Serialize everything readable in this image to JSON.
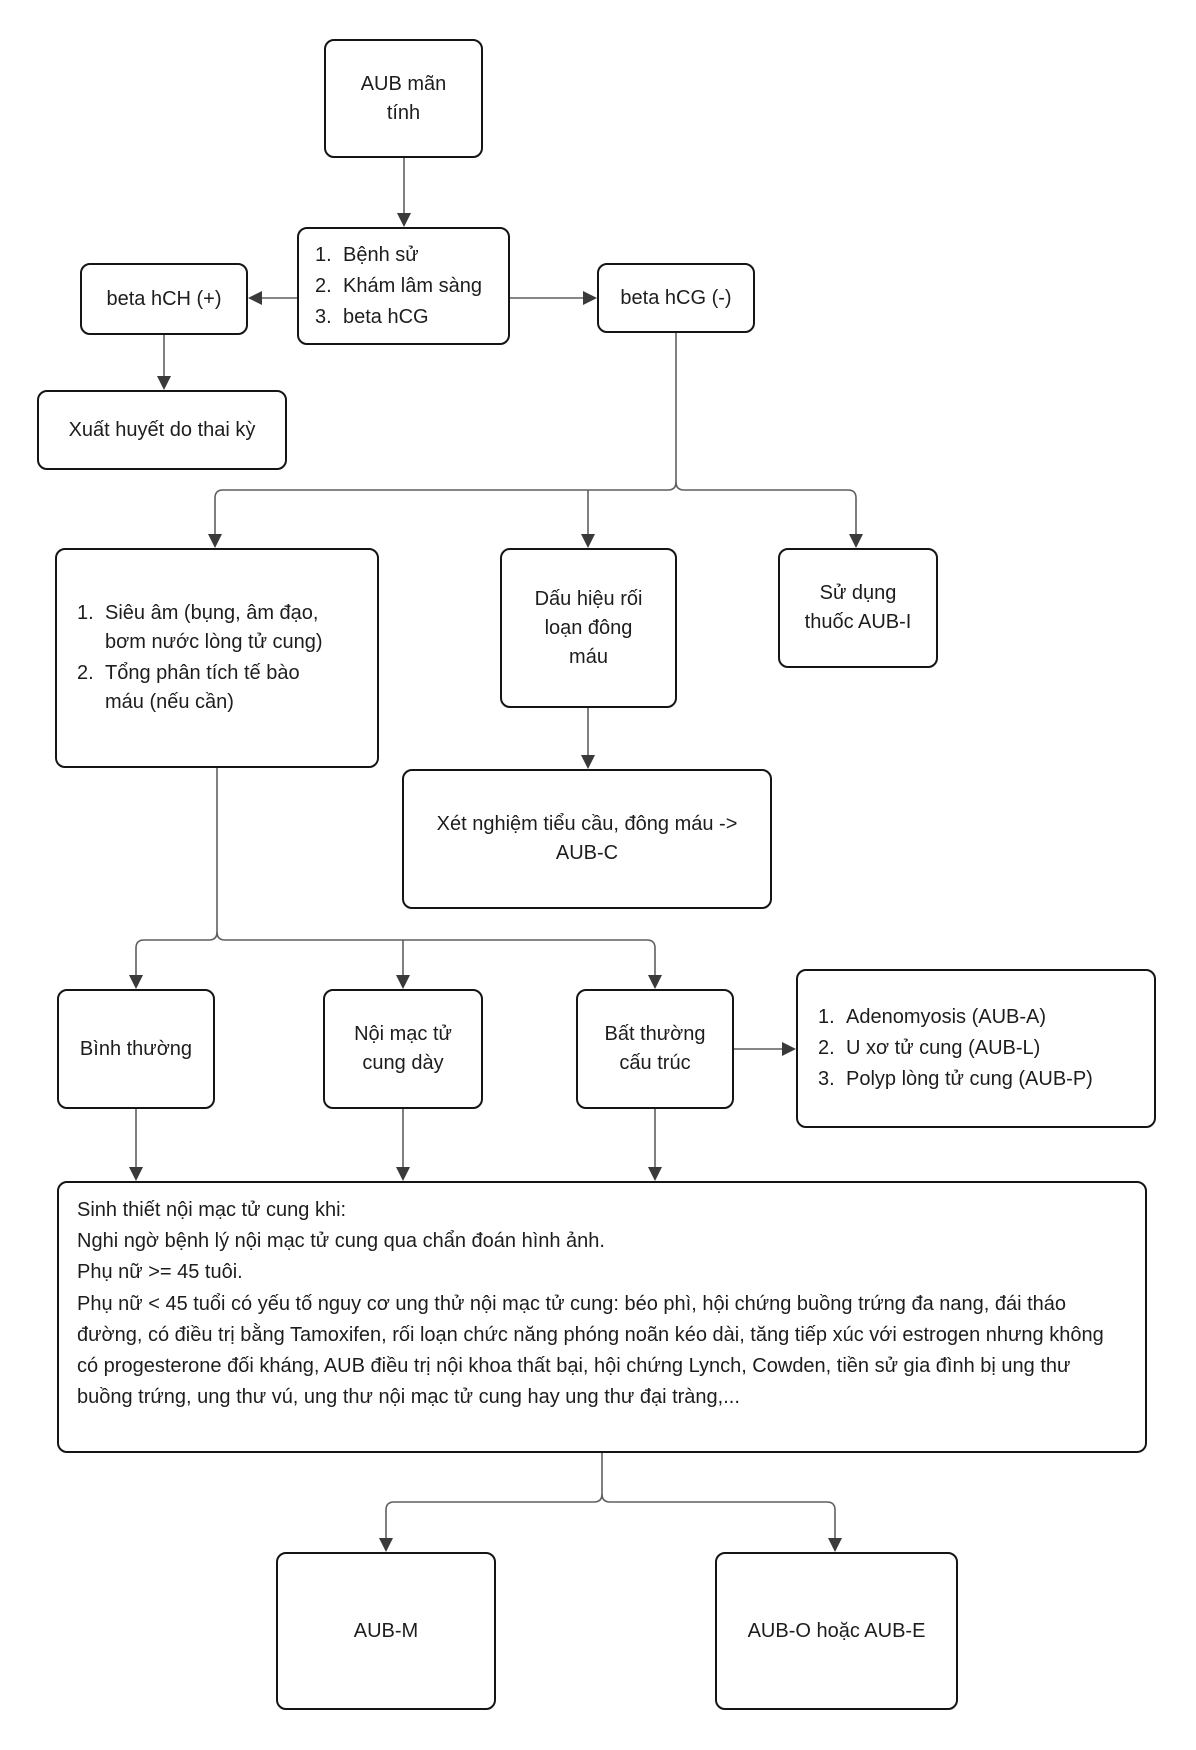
{
  "diagram": {
    "type": "flowchart",
    "language": "vi",
    "colors": {
      "background": "#ffffff",
      "box_border": "#151515",
      "connector": "#5f5f5f",
      "arrowhead": "#3a3a3a",
      "text": "#1d1d1d"
    },
    "nodes": {
      "aub_chronic": {
        "label": "AUB mãn tính"
      },
      "workup": {
        "items": [
          {
            "num": "1.",
            "text": "Bệnh sử"
          },
          {
            "num": "2.",
            "text": "Khám lâm sàng"
          },
          {
            "num": "3.",
            "text": "beta hCG"
          }
        ]
      },
      "beta_hch_pos": {
        "label": "beta hCH (+)"
      },
      "beta_hcg_neg": {
        "label": "beta hCG (-)"
      },
      "pregnancy_bleeding": {
        "label": "Xuất huyết do thai kỳ"
      },
      "imaging": {
        "items": [
          {
            "num": "1.",
            "text": "Siêu âm (bụng, âm đạo, bơm nước lòng tử cung)"
          },
          {
            "num": "2.",
            "text": "Tổng phân tích tế bào máu (nếu cần)"
          }
        ]
      },
      "coag_signs": {
        "label": "Dấu hiệu rối loạn đông máu"
      },
      "aub_i": {
        "label": "Sử dụng thuốc AUB-I"
      },
      "coag_test": {
        "label": "Xét nghiệm tiểu cầu, đông máu -> AUB-C"
      },
      "normal": {
        "label": "Bình thường"
      },
      "thick_endometrium": {
        "label": "Nội mạc tử cung dày"
      },
      "structural_abnormality": {
        "label": "Bất thường cấu trúc"
      },
      "structural_list": {
        "items": [
          {
            "num": "1.",
            "text": "Adenomyosis (AUB-A)"
          },
          {
            "num": "2.",
            "text": "U xơ tử cung (AUB-L)"
          },
          {
            "num": "3.",
            "text": "Polyp lòng tử cung (AUB-P)"
          }
        ]
      },
      "biopsy": {
        "lines": [
          "Sinh thiết nội mạc tử cung khi:",
          "Nghi ngờ bệnh lý nội mạc tử cung qua chẩn đoán hình ảnh.",
          "Phụ nữ >= 45 tuôi.",
          "Phụ nữ < 45 tuổi có yếu tố nguy cơ ung thử nội mạc tử cung: béo phì, hội chứng buồng trứng đa nang, đái tháo đường, có điều trị bằng Tamoxifen, rối loạn chức năng phóng noãn kéo dài, tăng tiếp xúc với estrogen nhưng không có progesterone đối kháng, AUB điều trị nội khoa thất bại, hội chứng Lynch, Cowden, tiền sử gia đình bị ung thư buồng trứng, ung thư vú, ung thư nội mạc tử cung hay ung thư đại tràng,..."
        ]
      },
      "aub_m": {
        "label": "AUB-M"
      },
      "aub_oe": {
        "label": "AUB-O hoặc AUB-E"
      }
    }
  }
}
